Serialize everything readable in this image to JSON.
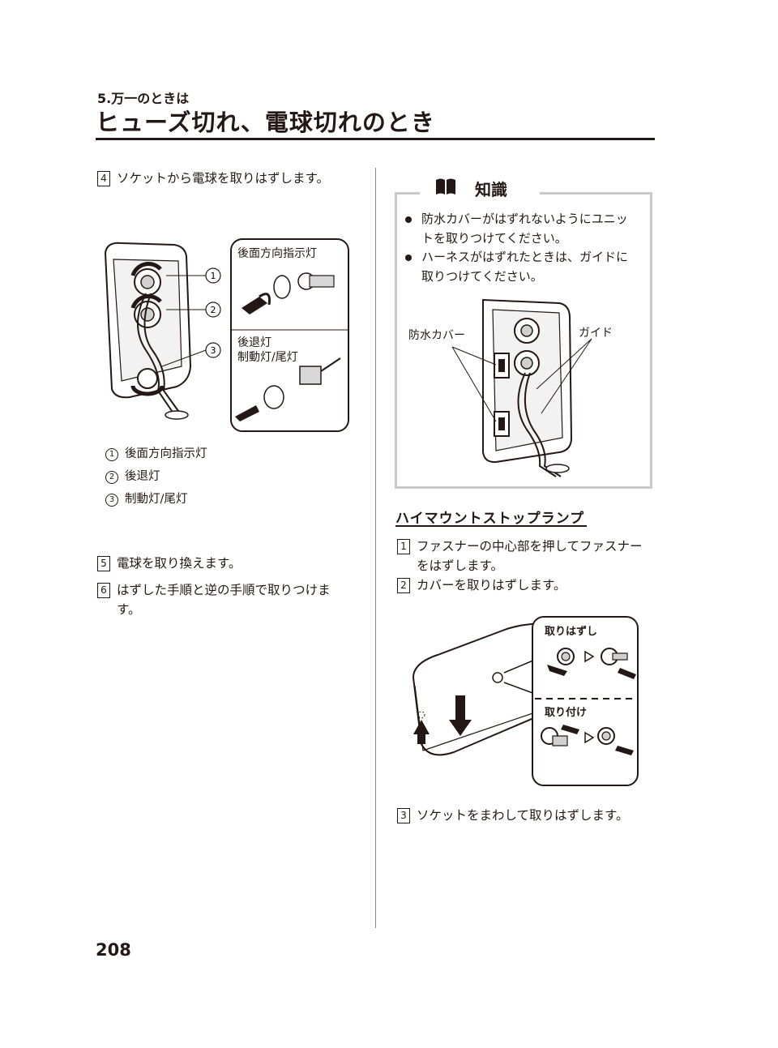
{
  "header": {
    "section": "5.万一のときは",
    "title": "ヒューズ切れ、電球切れのとき"
  },
  "left_steps": [
    {
      "num": "4",
      "text": "ソケットから電球を取りはずします。"
    }
  ],
  "left_figure": {
    "label_top": "後面方向指示灯",
    "label_bottom_1": "後退灯",
    "label_bottom_2": "制動灯/尾灯",
    "callouts": [
      "1",
      "2",
      "3"
    ]
  },
  "legend": [
    {
      "num": "1",
      "text": "後面方向指示灯"
    },
    {
      "num": "2",
      "text": "後退灯"
    },
    {
      "num": "3",
      "text": "制動灯/尾灯"
    }
  ],
  "left_steps_2": [
    {
      "num": "5",
      "text": "電球を取り換えます。"
    },
    {
      "num": "6",
      "line1": "はずした手順と逆の手順で取りつけま",
      "line2": "す。"
    }
  ],
  "knowledge": {
    "title": "知識",
    "bullets": [
      {
        "line1": "防水カバーがはずれないようにユニッ",
        "line2": "トを取りつけてください。"
      },
      {
        "line1": "ハーネスがはずれたときは、ガイドに",
        "line2": "取りつけてください。"
      }
    ],
    "label_cover": "防水カバー",
    "label_guide": "ガイド"
  },
  "highmount": {
    "heading": "ハイマウントストップランプ",
    "steps": [
      {
        "num": "1",
        "line1": "ファスナーの中心部を押してファスナー",
        "line2": "をはずします。"
      },
      {
        "num": "2",
        "text": "カバーを取りはずします。"
      },
      {
        "num": "3",
        "text": "ソケットをまわして取りはずします。"
      }
    ],
    "label_remove": "取りはずし",
    "label_install": "取り付け"
  },
  "page_number": "208"
}
